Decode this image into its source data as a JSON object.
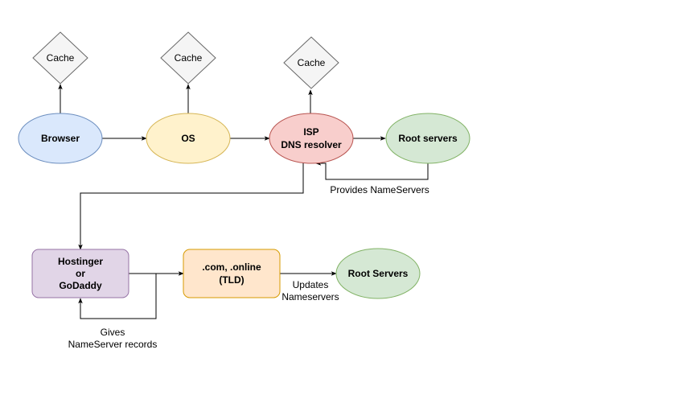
{
  "nodes": {
    "cache_browser": {
      "lines": [
        "Cache"
      ]
    },
    "cache_os": {
      "lines": [
        "Cache"
      ]
    },
    "cache_isp": {
      "lines": [
        "Cache"
      ]
    },
    "browser": {
      "lines": [
        "Browser"
      ]
    },
    "os": {
      "lines": [
        "OS"
      ]
    },
    "isp": {
      "lines": [
        "ISP",
        "DNS resolver"
      ]
    },
    "root_servers_top": {
      "lines": [
        "Root servers"
      ]
    },
    "registrar": {
      "lines": [
        "Hostinger",
        "or",
        "GoDaddy"
      ]
    },
    "tld": {
      "lines": [
        ".com, .online",
        "(TLD)"
      ]
    },
    "root_servers_bottom": {
      "lines": [
        "Root Servers"
      ]
    }
  },
  "edge_labels": {
    "provides": {
      "lines": [
        "Provides NameServers"
      ]
    },
    "updates": {
      "lines": [
        "Updates",
        "Nameservers"
      ]
    },
    "gives": {
      "lines": [
        "Gives",
        "NameServer records"
      ]
    }
  },
  "colors": {
    "blue_fill": "#dae8fc",
    "blue_stroke": "#6c8ebf",
    "yellow_fill": "#fff2cc",
    "yellow_stroke": "#d6b656",
    "red_fill": "#f8cecc",
    "red_stroke": "#b85450",
    "green_fill": "#d5e8d4",
    "green_stroke": "#82b366",
    "purple_fill": "#e1d5e7",
    "purple_stroke": "#9673a6",
    "orange_fill": "#ffe6cc",
    "orange_stroke": "#d79b00",
    "grey_fill": "#f5f5f5",
    "grey_stroke": "#666666"
  }
}
